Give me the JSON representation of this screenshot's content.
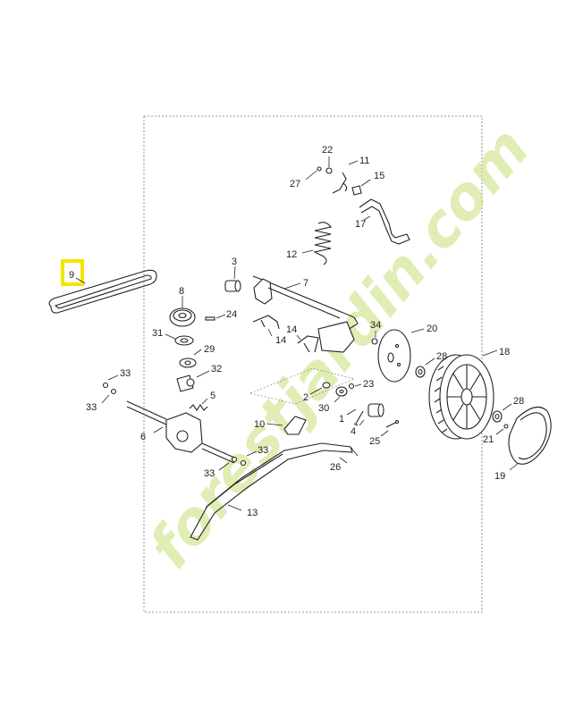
{
  "diagram": {
    "highlight_color": "#f5e400",
    "watermark_color": "#c6df77",
    "watermark_text": "forestjardin.com",
    "highlighted_label": "9",
    "labels": {
      "l1": "1",
      "l2": "2",
      "l3": "3",
      "l4": "4",
      "l5": "5",
      "l6": "6",
      "l7": "7",
      "l8": "8",
      "l9": "9",
      "l10": "10",
      "l11": "11",
      "l12": "12",
      "l13": "13",
      "l14a": "14",
      "l14b": "14",
      "l15": "15",
      "l17": "17",
      "l18": "18",
      "l19": "19",
      "l20": "20",
      "l21": "21",
      "l22": "22",
      "l23": "23",
      "l24": "24",
      "l25": "25",
      "l26": "26",
      "l27": "27",
      "l28a": "28",
      "l28b": "28",
      "l29": "29",
      "l30": "30",
      "l31": "31",
      "l32": "32",
      "l33a": "33",
      "l33b": "33",
      "l33c": "33",
      "l33d": "33",
      "l34": "34"
    }
  }
}
